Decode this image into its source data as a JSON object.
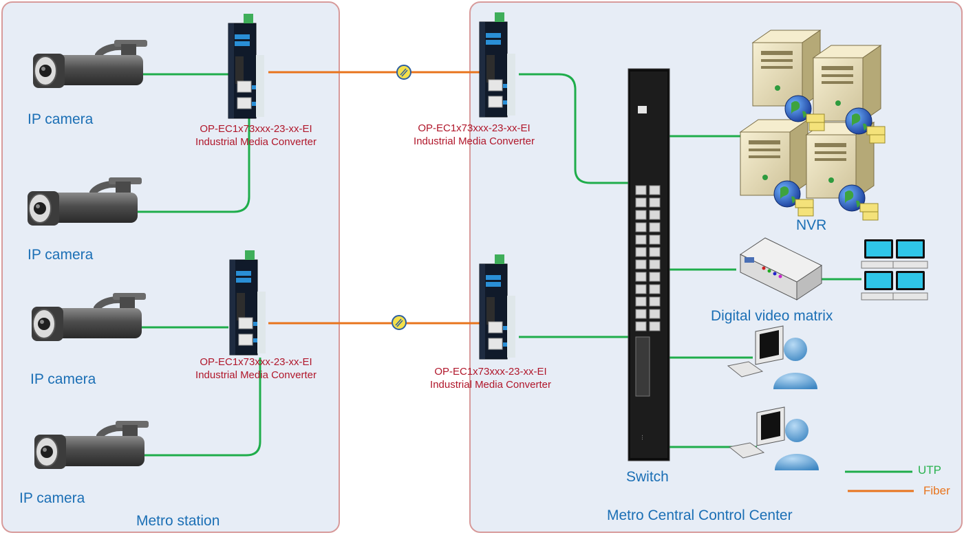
{
  "colors": {
    "utp": "#1fad4b",
    "fiber": "#e8741c",
    "label_blue": "#1b6fb5",
    "label_red": "#b0162a",
    "panel_fill": "#e7edf6",
    "panel_border": "#d79a9a"
  },
  "left_panel": {
    "title": "Metro station",
    "cameras": [
      "IP camera",
      "IP camera",
      "IP camera",
      "IP camera"
    ],
    "converters": [
      {
        "model": "OP-EC1x73xxx-23-xx-EI",
        "desc": "Industrial Media Converter"
      },
      {
        "model": "OP-EC1x73xxx-23-xx-EI",
        "desc": "Industrial Media Converter"
      }
    ]
  },
  "right_panel": {
    "title": "Metro Central Control Center",
    "converters": [
      {
        "model": "OP-EC1x73xxx-23-xx-EI",
        "desc": "Industrial Media Converter"
      },
      {
        "model": "OP-EC1x73xxx-23-xx-EI",
        "desc": "Industrial Media Converter"
      }
    ],
    "switch_label": "Switch",
    "nvr_label": "NVR",
    "matrix_label": "Digital video matrix"
  },
  "legend": {
    "utp": "UTP",
    "fiber": "Fiber"
  },
  "icons": [
    "ip-camera-icon",
    "media-converter-icon",
    "switch-icon",
    "server-icon",
    "globe-icon",
    "video-matrix-icon",
    "monitor-icon",
    "workstation-user-icon",
    "fiber-connector-icon"
  ]
}
